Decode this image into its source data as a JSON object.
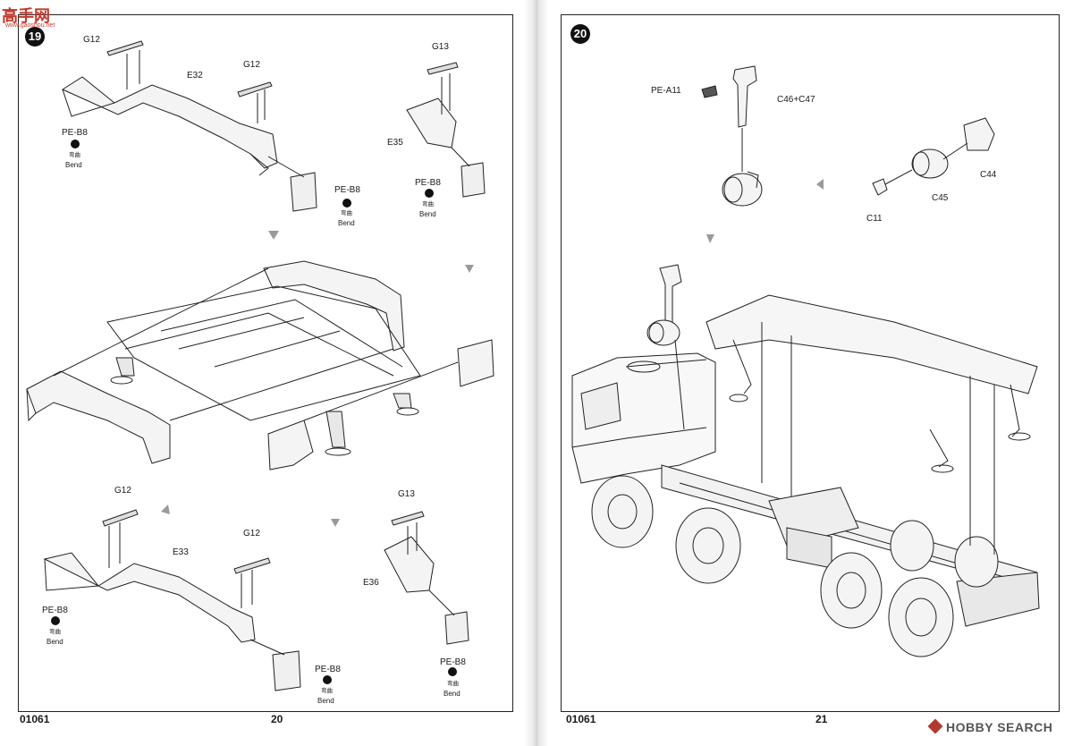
{
  "watermark_top": {
    "brand_cn": "高手网",
    "site": "www.gaoshou.net"
  },
  "watermark_bottom": {
    "text": "HOBBY SEARCH"
  },
  "left_page": {
    "step_number": "19",
    "catalog": "01061",
    "page_number": "20",
    "labels": {
      "g12_a": "G12",
      "e32": "E32",
      "g12_b": "G12",
      "g13_a": "G13",
      "peb8_a": "PE-B8",
      "bendcn_a": "弯曲",
      "bend_a": "Bend",
      "e35": "E35",
      "peb8_b": "PE-B8",
      "bendcn_b": "弯曲",
      "bend_b": "Bend",
      "peb8_c": "PE-B8",
      "bendcn_c": "弯曲",
      "bend_c": "Bend",
      "g12_c": "G12",
      "g13_b": "G13",
      "e33": "E33",
      "g12_d": "G12",
      "e36": "E36",
      "peb8_d": "PE-B8",
      "bendcn_d": "弯曲",
      "bend_d": "Bend",
      "peb8_e": "PE-B8",
      "bendcn_e": "弯曲",
      "bend_e": "Bend",
      "peb8_f": "PE-B8",
      "bendcn_f": "弯曲",
      "bend_f": "Bend"
    }
  },
  "right_page": {
    "step_number": "20",
    "catalog": "01061",
    "page_number": "21",
    "labels": {
      "pea11": "PE-A11",
      "c46c47": "C46+C47",
      "c44": "C44",
      "c45": "C45",
      "c11": "C11"
    }
  }
}
